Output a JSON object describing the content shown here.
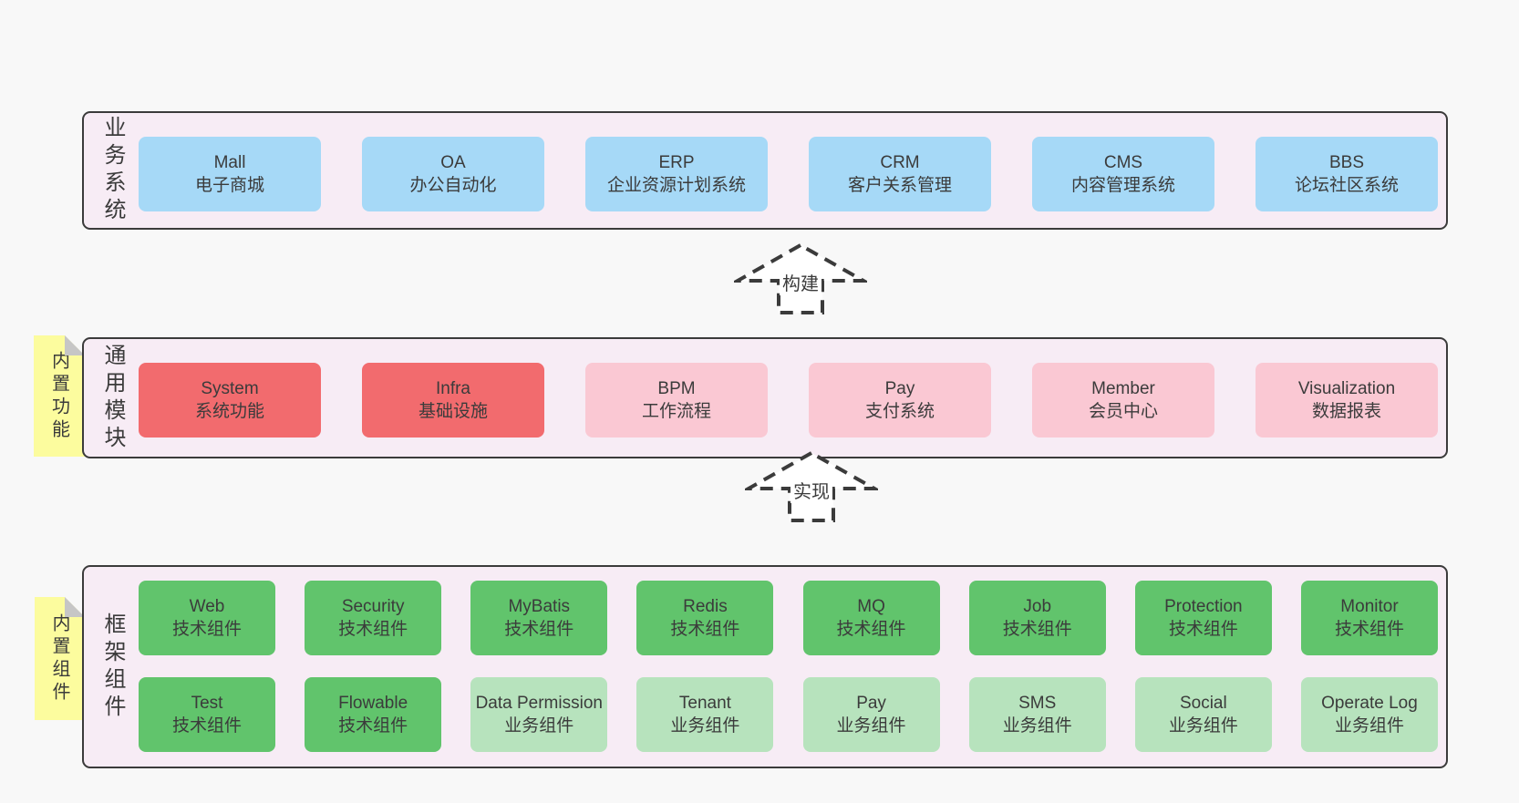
{
  "colors": {
    "page-bg": "#f8f8f8",
    "panel-bg": "#f7ecf5",
    "line": "#3b3b3b",
    "text": "#3b3b3b",
    "blue": "#a6d9f7",
    "red": "#f26b6e",
    "pink": "#fac8d3",
    "green": "#61c46c",
    "green-light": "#b7e3bd",
    "note-bg": "#fcfc9e",
    "fold": "#c6c6c6",
    "arrow-fill": "#ffffff"
  },
  "business": {
    "label": "业务系统",
    "boxes": [
      {
        "title": "Mall",
        "subtitle": "电子商城"
      },
      {
        "title": "OA",
        "subtitle": "办公自动化"
      },
      {
        "title": "ERP",
        "subtitle": "企业资源计划系统"
      },
      {
        "title": "CRM",
        "subtitle": "客户关系管理"
      },
      {
        "title": "CMS",
        "subtitle": "内容管理系统"
      },
      {
        "title": "BBS",
        "subtitle": "论坛社区系统"
      }
    ]
  },
  "arrows": {
    "build": "构建",
    "implement": "实现"
  },
  "modules": {
    "label": "通用模块",
    "note": "内置功能",
    "boxes": [
      {
        "title": "System",
        "subtitle": "系统功能"
      },
      {
        "title": "Infra",
        "subtitle": "基础设施"
      },
      {
        "title": "BPM",
        "subtitle": "工作流程"
      },
      {
        "title": "Pay",
        "subtitle": "支付系统"
      },
      {
        "title": "Member",
        "subtitle": "会员中心"
      },
      {
        "title": "Visualization",
        "subtitle": "数据报表"
      }
    ]
  },
  "framework": {
    "label": "框架组件",
    "note": "内置组件",
    "rows": [
      [
        {
          "title": "Web",
          "subtitle": "技术组件"
        },
        {
          "title": "Security",
          "subtitle": "技术组件"
        },
        {
          "title": "MyBatis",
          "subtitle": "技术组件"
        },
        {
          "title": "Redis",
          "subtitle": "技术组件"
        },
        {
          "title": "MQ",
          "subtitle": "技术组件"
        },
        {
          "title": "Job",
          "subtitle": "技术组件"
        },
        {
          "title": "Protection",
          "subtitle": "技术组件"
        },
        {
          "title": "Monitor",
          "subtitle": "技术组件"
        }
      ],
      [
        {
          "title": "Test",
          "subtitle": "技术组件"
        },
        {
          "title": "Flowable",
          "subtitle": "技术组件"
        },
        {
          "title": "Data Permission",
          "subtitle": "业务组件"
        },
        {
          "title": "Tenant",
          "subtitle": "业务组件"
        },
        {
          "title": "Pay",
          "subtitle": "业务组件"
        },
        {
          "title": "SMS",
          "subtitle": "业务组件"
        },
        {
          "title": "Social",
          "subtitle": "业务组件"
        },
        {
          "title": "Operate Log",
          "subtitle": "业务组件"
        }
      ]
    ]
  }
}
